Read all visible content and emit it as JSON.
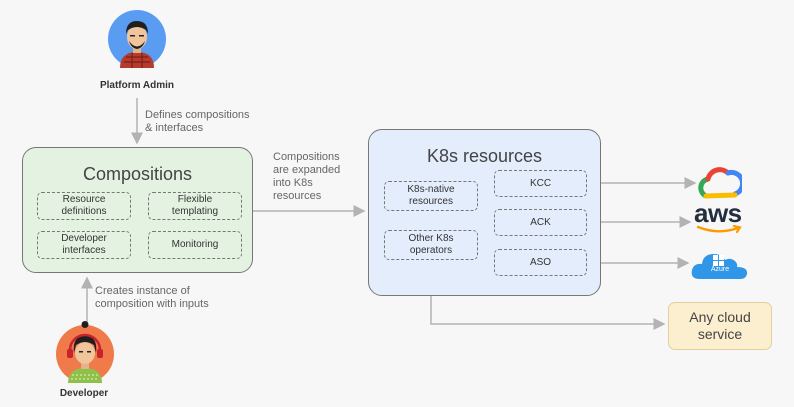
{
  "actors": {
    "platform_admin": {
      "label": "Platform Admin",
      "icon": "platform-admin-avatar-icon"
    },
    "developer": {
      "label": "Developer",
      "icon": "developer-avatar-icon"
    }
  },
  "notes": {
    "defines": [
      "Defines compositions",
      "& interfaces"
    ],
    "expanded": [
      "Compositions",
      "are expanded",
      "into K8s",
      "resources"
    ],
    "creates": [
      "Creates instance of",
      "composition with inputs"
    ]
  },
  "compositions": {
    "title": "Compositions",
    "items": [
      [
        "Resource",
        "definitions"
      ],
      [
        "Flexible",
        "templating"
      ],
      [
        "Developer",
        "interfaces"
      ],
      [
        "Monitoring"
      ]
    ]
  },
  "k8s": {
    "title": "K8s resources",
    "left_items": [
      [
        "K8s-native",
        "resources"
      ],
      [
        "Other K8s",
        "operators"
      ]
    ],
    "operators": [
      "KCC",
      "ACK",
      "ASO"
    ]
  },
  "providers": {
    "gcp_icon": "google-cloud-icon",
    "aws_text": "aws",
    "azure_text": "Azure"
  },
  "any_cloud": [
    "Any cloud",
    "service"
  ],
  "colors": {
    "compositions_fill": "#e4f3e1",
    "k8s_fill": "#e3edfc",
    "any_cloud_fill": "#fcefd0",
    "connector": "#b3b3b3"
  }
}
